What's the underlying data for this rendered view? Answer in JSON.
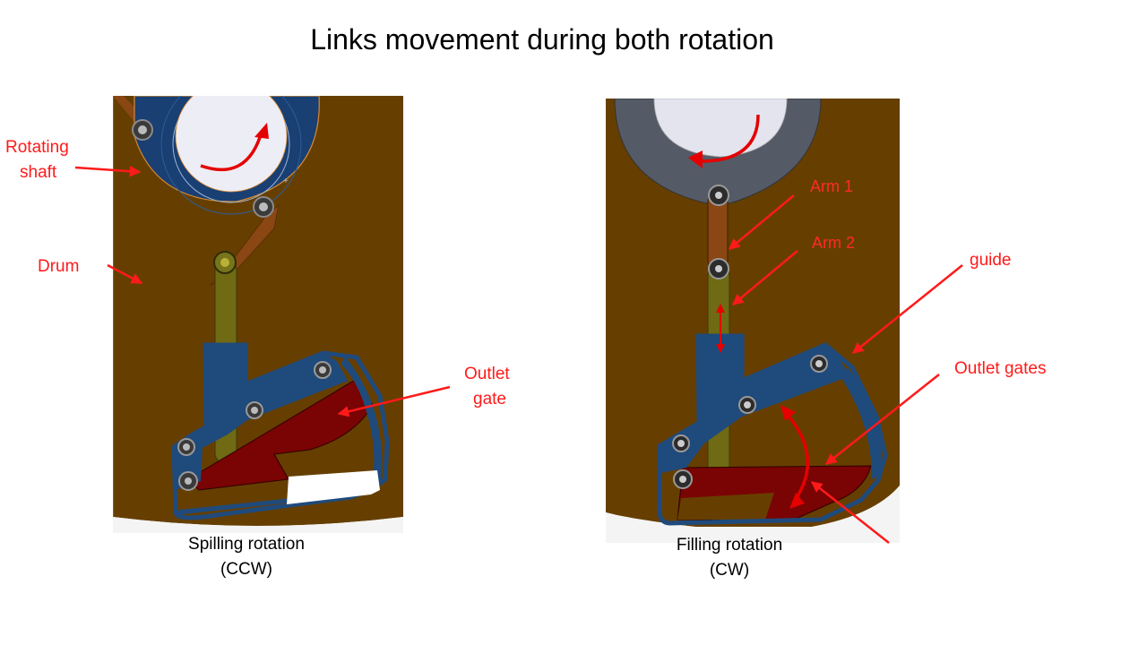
{
  "title": "Links movement during both rotation",
  "colors": {
    "drum": "#663f00",
    "linkage_blue": "#1f4a7c",
    "gate_red": "#7a0303",
    "arm_olive": "#6f6a13",
    "arm_brown": "#8a4713",
    "annotation_red": "#ff1a1a",
    "shaft_grey": "#545b66"
  },
  "left_panel": {
    "labels": {
      "rotating_shaft": [
        "Rotating",
        "shaft"
      ],
      "drum": "Drum",
      "outlet_gate": [
        "Outlet",
        "gate"
      ]
    },
    "caption": [
      "Spilling rotation",
      "(CCW)"
    ]
  },
  "right_panel": {
    "labels": {
      "arm1": "Arm 1",
      "arm2": "Arm 2",
      "guide": "guide",
      "outlet_gates": "Outlet gates"
    },
    "caption": [
      "Filling rotation",
      "(CW)"
    ]
  }
}
